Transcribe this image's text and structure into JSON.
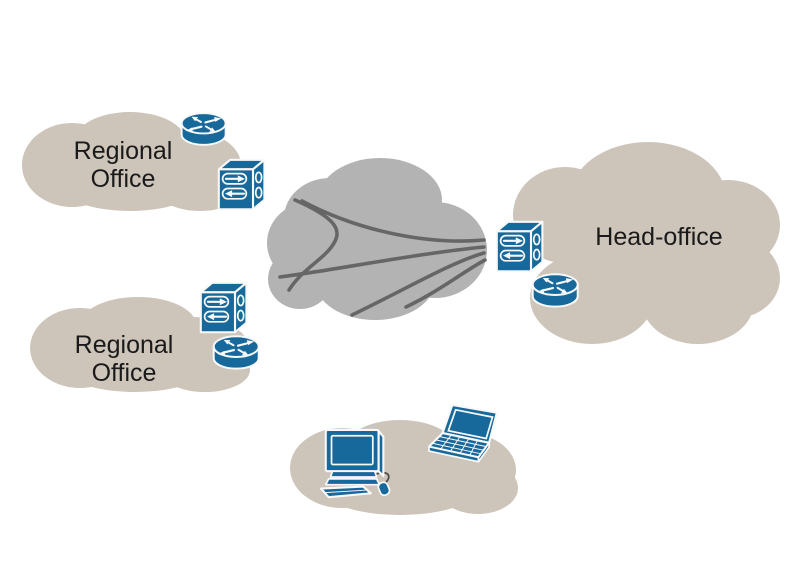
{
  "colors": {
    "background": "#ffffff",
    "site_cloud": "#cdc4ba",
    "wan_cloud": "#b3b3b3",
    "wan_link": "#666666",
    "device_blue": "#17699c",
    "device_outline": "#f8f8f8",
    "label_text": "#1a1a1a",
    "mouse_cord": "#4d4d4d"
  },
  "sites": {
    "regional_top": {
      "label_line1": "Regional",
      "label_line2": "Office",
      "devices": [
        "router",
        "vpn-firewall"
      ]
    },
    "regional_bottom": {
      "label_line1": "Regional",
      "label_line2": "Office",
      "devices": [
        "vpn-firewall",
        "router"
      ]
    },
    "head_office": {
      "label": "Head-office",
      "devices": [
        "vpn-firewall",
        "router"
      ]
    },
    "client_site": {
      "devices": [
        "desktop-pc",
        "laptop"
      ]
    }
  },
  "wan": {
    "link_count": 5
  },
  "icons": {
    "router": "router-icon",
    "vpn_firewall": "firewall-icon",
    "desktop_pc": "desktop-computer-icon",
    "laptop": "laptop-icon"
  }
}
